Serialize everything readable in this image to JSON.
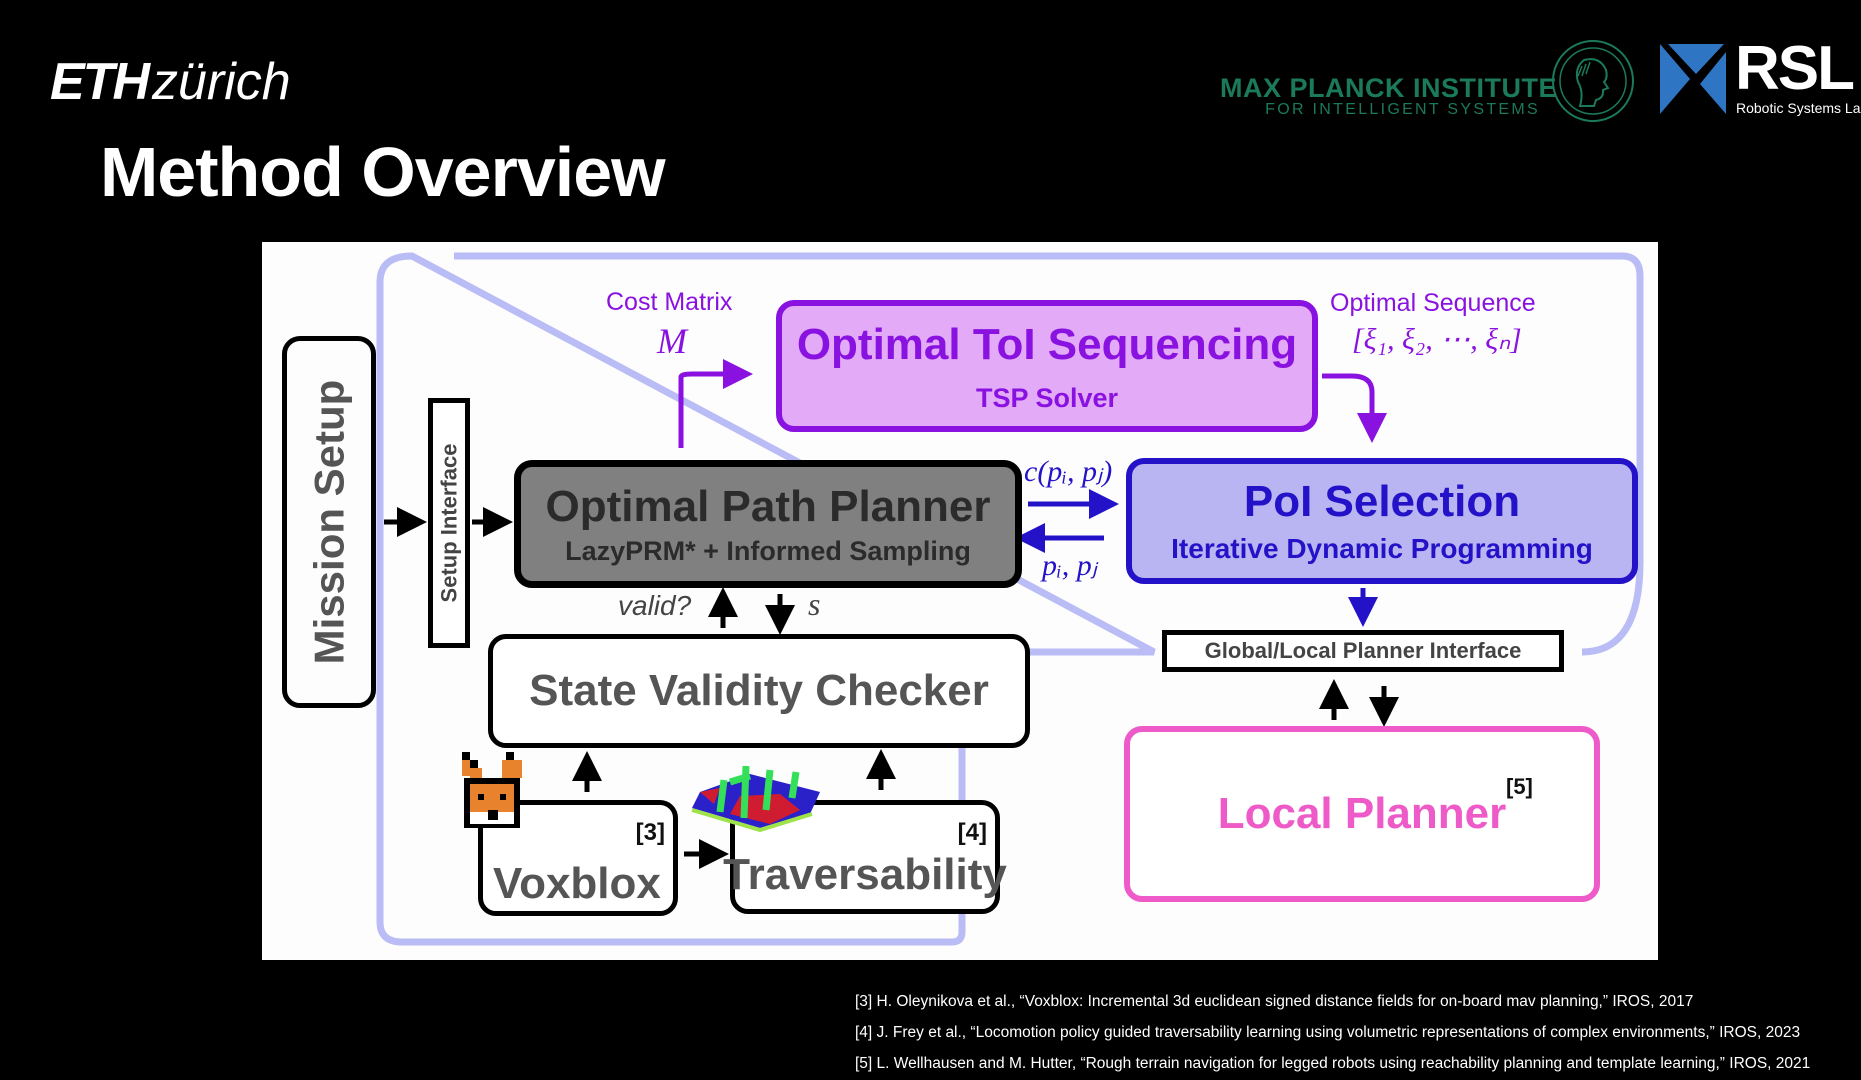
{
  "header": {
    "logo_bold": "ETH",
    "logo_light": "zürich",
    "slide_title": "Method Overview",
    "mpi_line1": "MAX PLANCK INSTITUTE",
    "mpi_line2": "FOR INTELLIGENT SYSTEMS",
    "rsl_name": "RSL",
    "rsl_subtitle": "Robotic Systems Lab"
  },
  "colors": {
    "background": "#000000",
    "canvas": "#fdfdfd",
    "system_outline": "#b9bcf5",
    "purple": "#8a12e0",
    "purple_fill": "#e3aaf8",
    "blue": "#2412c8",
    "blue_fill": "#b9b5f2",
    "gray_fill": "#808080",
    "pink": "#ee5ac8",
    "mpi_green": "#1b7a5a",
    "rsl_blue": "#2e76c4"
  },
  "diagram": {
    "mission_setup": "Mission Setup",
    "setup_interface": "Setup Interface",
    "cost_matrix_label": "Cost Matrix",
    "cost_matrix_symbol": "M",
    "tsp_box_title": "Optimal ToI Sequencing",
    "tsp_box_subtitle": "TSP Solver",
    "optimal_sequence_label": "Optimal Sequence",
    "optimal_sequence_symbol": "[ξ₁, ξ₂, ⋯, ξₙ]",
    "path_planner_title": "Optimal Path Planner",
    "path_planner_subtitle": "LazyPRM* + Informed Sampling",
    "cost_fn_label": "c(pᵢ, pⱼ)",
    "pair_label": "pᵢ, pⱼ",
    "poi_title": "PoI Selection",
    "poi_subtitle": "Iterative Dynamic Programming",
    "valid_label": "valid?",
    "state_label": "s",
    "svc_title": "State Validity Checker",
    "gl_interface": "Global/Local Planner Interface",
    "voxblox": "Voxblox",
    "voxblox_ref": "[3]",
    "traversability": "Traversability",
    "traversability_ref": "[4]",
    "local_planner": "Local Planner",
    "local_planner_ref": "[5]"
  },
  "references": [
    "[3] H. Oleynikova et al., “Voxblox: Incremental 3d euclidean signed distance fields for on-board mav planning,” IROS, 2017",
    "[4] J. Frey et al., “Locomotion policy guided traversability learning using volumetric representations of complex environments,” IROS, 2023",
    "[5] L. Wellhausen and M. Hutter, “Rough terrain navigation for legged robots using reachability planning and template learning,” IROS, 2021"
  ]
}
